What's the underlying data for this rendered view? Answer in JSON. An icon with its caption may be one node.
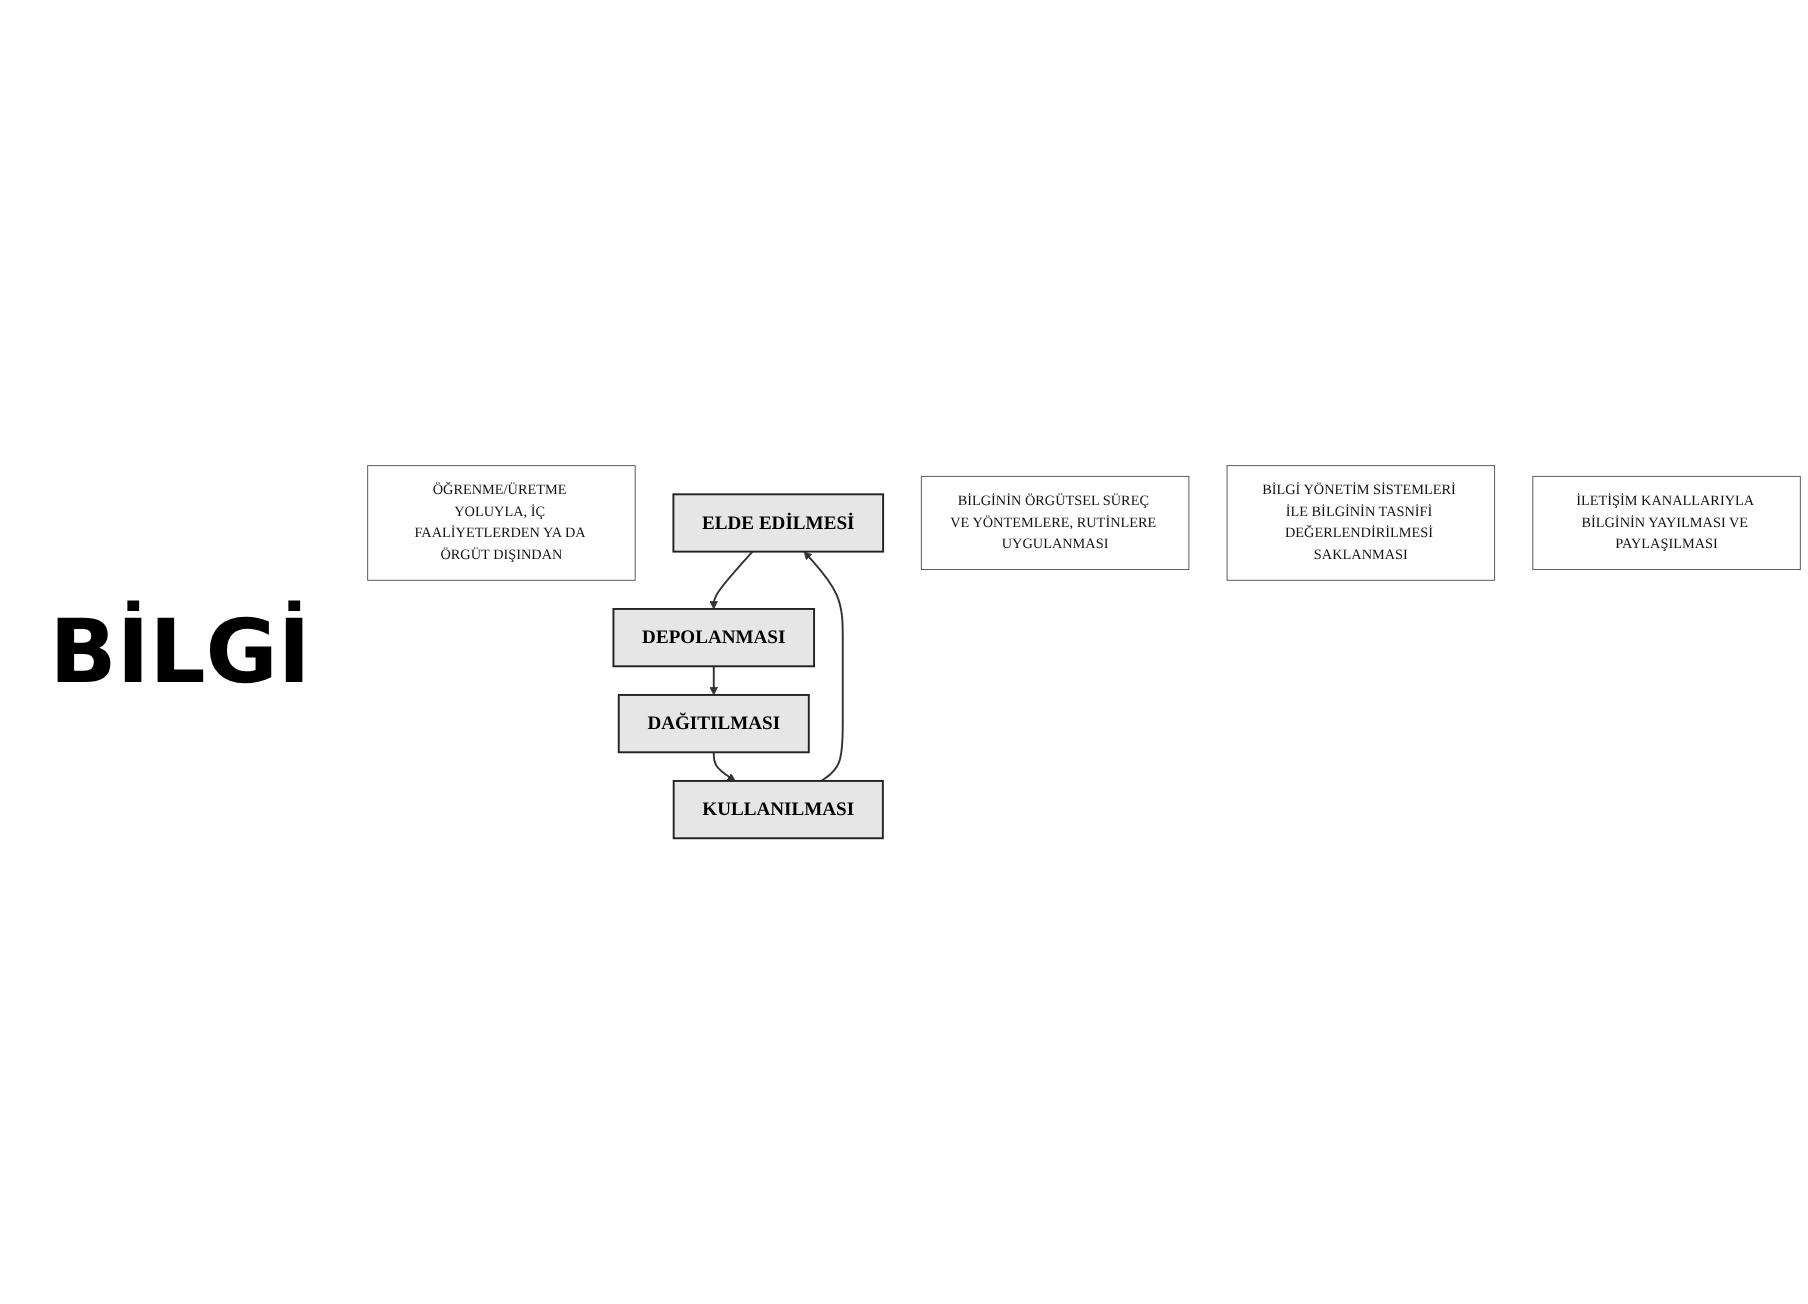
{
  "diagram": {
    "nodes": [
      {
        "text": [
          "ÖĞRENME/ÜRETME YOLUYLA, İÇ FAALİYETLERDEN YA DA ÖRGÜT DIŞINDAN"
        ]
      },
      {
        "text": [
          "ELDE EDİLMESİ"
        ]
      },
      {
        "text": [
          "BİLGİNİN ÖRGÜTSEL SÜREÇ VE YÖNTEMLERE, RUTİNLERE UYGULANMASI"
        ]
      },
      {
        "text": [
          "KULLANILMASI"
        ]
      },
      {
        "text": [
          "DEPOLANMASI"
        ]
      },
      {
        "text": [
          "BİLGİ YÖNETİM SİSTEMLERİ İLE BİLGİNİN TASNİFİ DEĞERLENDİRİLMESİ SAKLANMASI"
        ]
      },
      {
        "text": [
          "DAĞITILMASI"
        ]
      },
      {
        "text": [
          "İLETİŞİM KANALLARIYLA BİLGİNİN YAYILMASI VE PAYLAŞILMASI"
        ]
      }
    ],
    "edges": [
      {
        "from": 1,
        "to": 4,
        "arrow": "to"
      },
      {
        "from": 4,
        "to": 6,
        "arrow": "to"
      },
      {
        "from": 6,
        "to": 3,
        "arrow": "to"
      },
      {
        "from": 3,
        "to": 1,
        "arrow": "to"
      }
    ],
    "labels": [
      "BİLGİ"
    ]
  }
}
